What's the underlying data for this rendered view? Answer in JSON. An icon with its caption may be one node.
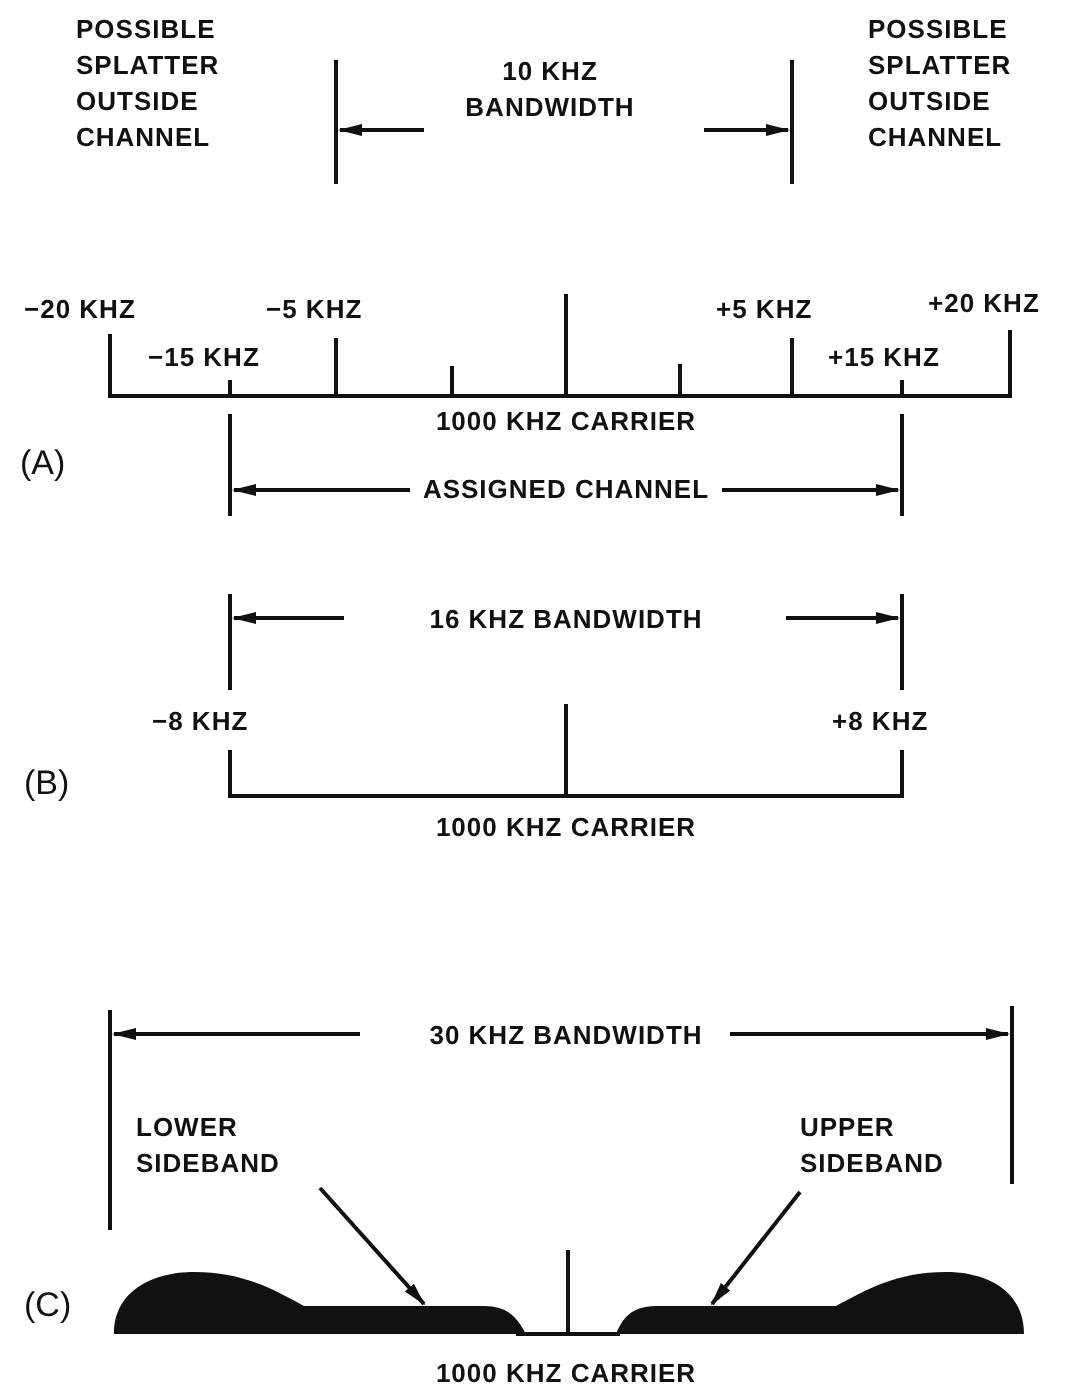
{
  "diagram": {
    "nodes": [
      {
        "text": [
          "LOWER SIDEBAND"
        ]
      },
      {
        "text": [
          "UPPER SIDEBAND"
        ]
      },
      {
        "text": [],
        "shape": "picture"
      },
      {
        "text": [],
        "shape": "picture"
      }
    ],
    "edges": [
      {
        "from": 0,
        "to": 2,
        "arrow": "to"
      },
      {
        "from": 1,
        "to": 3,
        "arrow": "to"
      }
    ],
    "labels": [
      "POSSIBLE SPLATTER OUTSIDE CHANNEL",
      "10 KHZ BANDWIDTH",
      "POSSIBLE SPLATTER OUTSIDE CHANNEL",
      "−20 KHZ",
      "−5 KHZ",
      "+5 KHZ",
      "+20 KHZ",
      "−15 KHZ",
      "+15 KHZ",
      "1000 KHZ CARRIER",
      "(A)",
      "ASSIGNED CHANNEL",
      "16 KHZ BANDWIDTH",
      "−8 KHZ",
      "+8 KHZ",
      "(B)",
      "1000 KHZ CARRIER",
      "30 KHZ BANDWIDTH",
      "(C)",
      "1000 KHZ CARRIER"
    ]
  }
}
